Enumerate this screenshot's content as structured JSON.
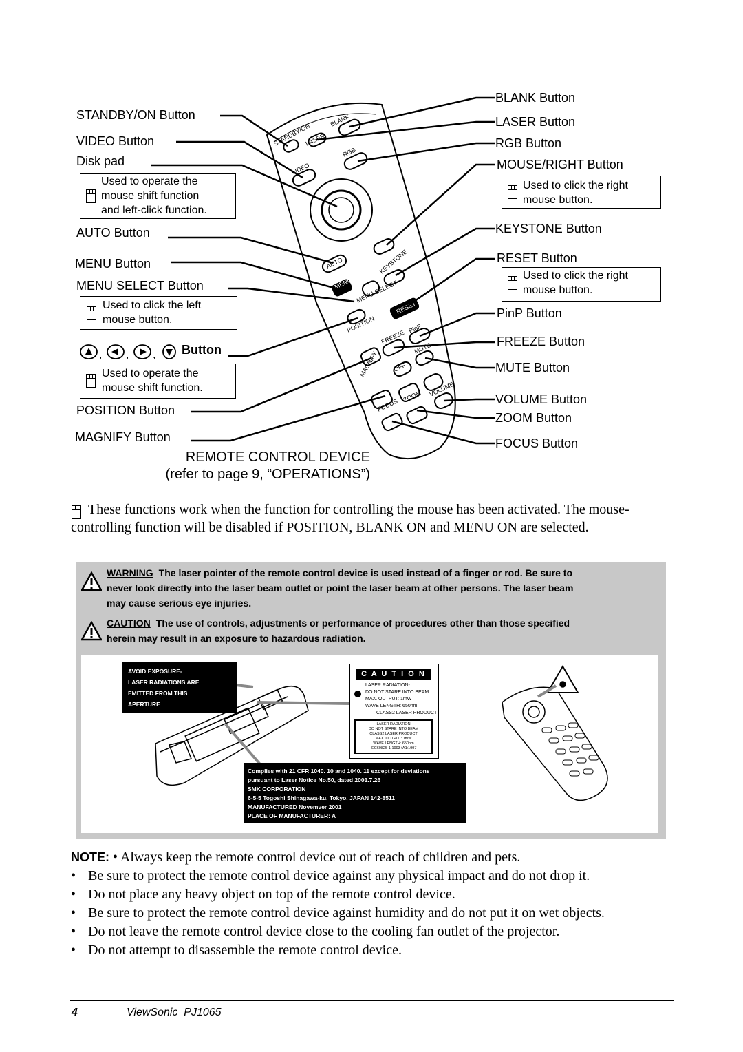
{
  "diagram": {
    "left_labels": {
      "standby": "STANDBY/ON Button",
      "video": "VIDEO Button",
      "disk_pad": "Disk pad",
      "disk_pad_note": [
        "Used to operate the",
        "mouse shift function",
        "and left-click function."
      ],
      "auto": "AUTO Button",
      "menu": "MENU Button",
      "menu_select": "MENU SELECT Button",
      "menu_select_note": [
        "Used to click the left",
        "mouse button."
      ],
      "arrows_separator": ",",
      "arrows": "Button",
      "arrows_note": [
        "Used to operate the",
        "mouse shift function."
      ],
      "position": "POSITION Button",
      "magnify": "MAGNIFY Button"
    },
    "right_labels": {
      "blank": "BLANK Button",
      "laser": "LASER Button",
      "rgb": "RGB Button",
      "mouse_right": "MOUSE/RIGHT Button",
      "mouse_right_note": [
        "Used to click the right",
        "mouse button."
      ],
      "keystone": "KEYSTONE Button",
      "reset": "RESET Button",
      "reset_note": [
        "Used to click the right",
        "mouse button."
      ],
      "pinp": "PinP Button",
      "freeze": "FREEZE Button",
      "mute": "MUTE Button",
      "volume": "VOLUME Button",
      "zoom": "ZOOM Button",
      "focus": "FOCUS Button"
    },
    "remote_keys": {
      "standby": "STANDBY/ON",
      "laser": "LASER",
      "blank": "BLANK",
      "video": "VIDEO",
      "rgb": "RGB",
      "auto": "AUTO",
      "keystone": "KEYSTONE",
      "menu": "MENU",
      "menu_select": "MENU SELECT",
      "reset": "RESET",
      "position": "POSITION",
      "freeze": "FREEZE",
      "pinp": "PinP",
      "magnify": "MAGNIFY",
      "mute": "MUTE",
      "off": "OFF",
      "volume": "VOLUME",
      "zoom": "ZOOM",
      "focus": "FOCUS"
    },
    "caption_line1": "REMOTE CONTROL DEVICE",
    "caption_line2": "(refer to page 9, “OPERATIONS”)"
  },
  "mouse_note": {
    "line1": "These functions work when the function for controlling the mouse has been activated. The mouse-",
    "line2": "controlling function will be disabled if POSITION, BLANK ON and MENU ON are selected."
  },
  "warning": {
    "warning_key": "WARNING",
    "warning_lines": [
      "The laser pointer of the remote control device is used instead of a finger or rod. Be sure to",
      "never look directly into the laser beam outlet or point the laser beam at other persons. The laser beam",
      "may cause serious eye injuries."
    ],
    "caution_key": "CAUTION",
    "caution_lines": [
      "The use of controls, adjustments or performance of procedures other than those specified",
      "herein may result in an exposure to hazardous radiation."
    ]
  },
  "labels_figure": {
    "avoid_exposure": [
      "AVOID EXPOSURE-",
      "LASER RADIATIONS ARE",
      "EMITTED FROM THIS",
      "APERTURE"
    ],
    "caution_title": "C A U T I O N",
    "caution_label": [
      "LASER RADIATION-",
      "DO NOT STARE INTO BEAM",
      "MAX. OUTPUT: 1mW",
      "WAVE LENGTH: 650nm",
      "CLASS2 LASER PRODUCT"
    ],
    "small_label": [
      "LASER RADIATION",
      "DO NOT STARE INTO BEAM",
      "CLASS2 LASER PRODUCT",
      "MAX. OUTPUT: 1mW",
      "WAVE LENGTH: 650nm",
      "IEC60825-1:1993+A1:1997"
    ],
    "compliance": [
      "Complies with 21 CFR 1040. 10 and 1040. 11 except for deviations",
      "pursuant to Laser Notice No.50, dated 2001.7.26",
      "SMK CORPORATION",
      "6-5-5 Togoshi Shinagawa-ku, Tokyo, JAPAN 142-8511",
      "MANUFACTURED Novemver 2001",
      "PLACE OF MANUFACTURER: A"
    ]
  },
  "notes": {
    "prefix": "NOTE:",
    "bullet": "•",
    "items": [
      "Always keep the remote control device out of reach of children and pets.",
      "Be sure to protect the remote control device against any physical impact and do not drop it.",
      "Do not place any heavy object on top of the remote control device.",
      "Be sure to protect the remote control device against humidity and do not put it on wet objects.",
      "Do not leave the remote control device close to the cooling fan outlet of the projector.",
      "Do not attempt to disassemble the remote control device."
    ]
  },
  "footer": {
    "page_number": "4",
    "product": "ViewSonic  PJ1065"
  }
}
